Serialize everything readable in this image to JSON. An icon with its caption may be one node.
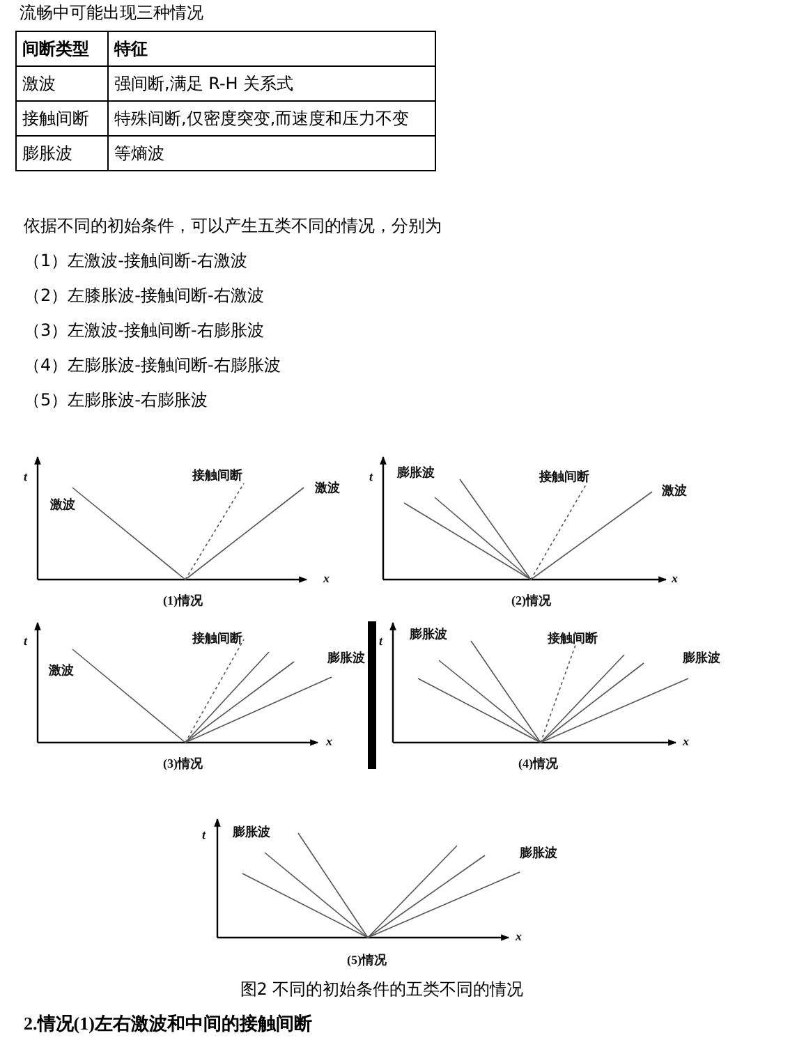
{
  "diagram": {
    "caption": "图2 不同的初始条件的五类不同的情况",
    "labels": [
      "流畅中可能出现三种情况",
      "间断类型",
      "特征",
      "激波",
      "强间断,满足 R-H 关系式",
      "接触间断",
      "特殊间断,仅密度突变,而速度和压力不变",
      "膨胀波",
      "等熵波",
      "依据不同的初始条件，可以产生五类不同的情况，分别为",
      "（1）左激波-接触间断-右激波",
      "（2）左膝胀波-接触间断-右激波",
      "（3）左激波-接触间断-右膨胀波",
      "（4）左膨胀波-接触间断-右膨胀波",
      "（5）左膨胀波-右膨胀波",
      "t",
      "激波",
      "接触间断",
      "激波",
      "x",
      "(1)情况",
      "t",
      "膨胀波",
      "接触间断",
      "激波",
      "x",
      "(2)情况",
      "t",
      "激波",
      "接触间断",
      "膨胀波",
      "x",
      "(3)情况",
      "t",
      "膨胀波",
      "接触间断",
      "膨胀波",
      "x",
      "(4)情况",
      "t",
      "膨胀波",
      "膨胀波",
      "x",
      "(5)情况",
      "2.情况(1)左右激波和中间的接触间断"
    ]
  }
}
